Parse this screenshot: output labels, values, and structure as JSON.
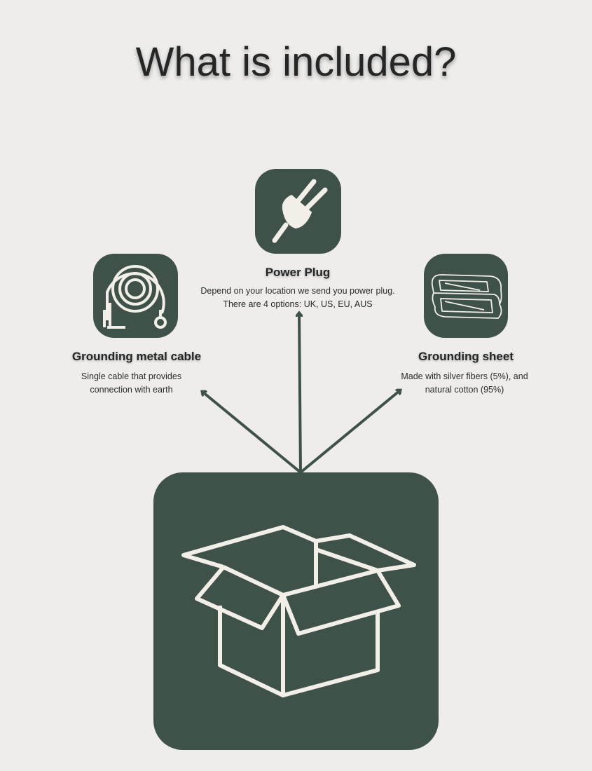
{
  "title": "What is included?",
  "colors": {
    "background": "#eeedeb",
    "tile": "#3f5249",
    "icon": "#f2efe9"
  },
  "items": [
    {
      "icon": "power-plug-icon",
      "title": "Power Plug",
      "desc_lines": [
        "Depend on your location we send you power plug.",
        "There are 4 options: UK, US, EU, AUS"
      ]
    },
    {
      "icon": "cable-coil-icon",
      "title": "Grounding metal cable",
      "desc_lines": [
        "Single cable that provides",
        "connection with earth"
      ]
    },
    {
      "icon": "folded-sheet-icon",
      "title": "Grounding sheet",
      "desc_lines": [
        "Made with silver fibers (5%), and",
        "natural cotton (95%)"
      ]
    }
  ],
  "package_icon": "open-box-icon"
}
